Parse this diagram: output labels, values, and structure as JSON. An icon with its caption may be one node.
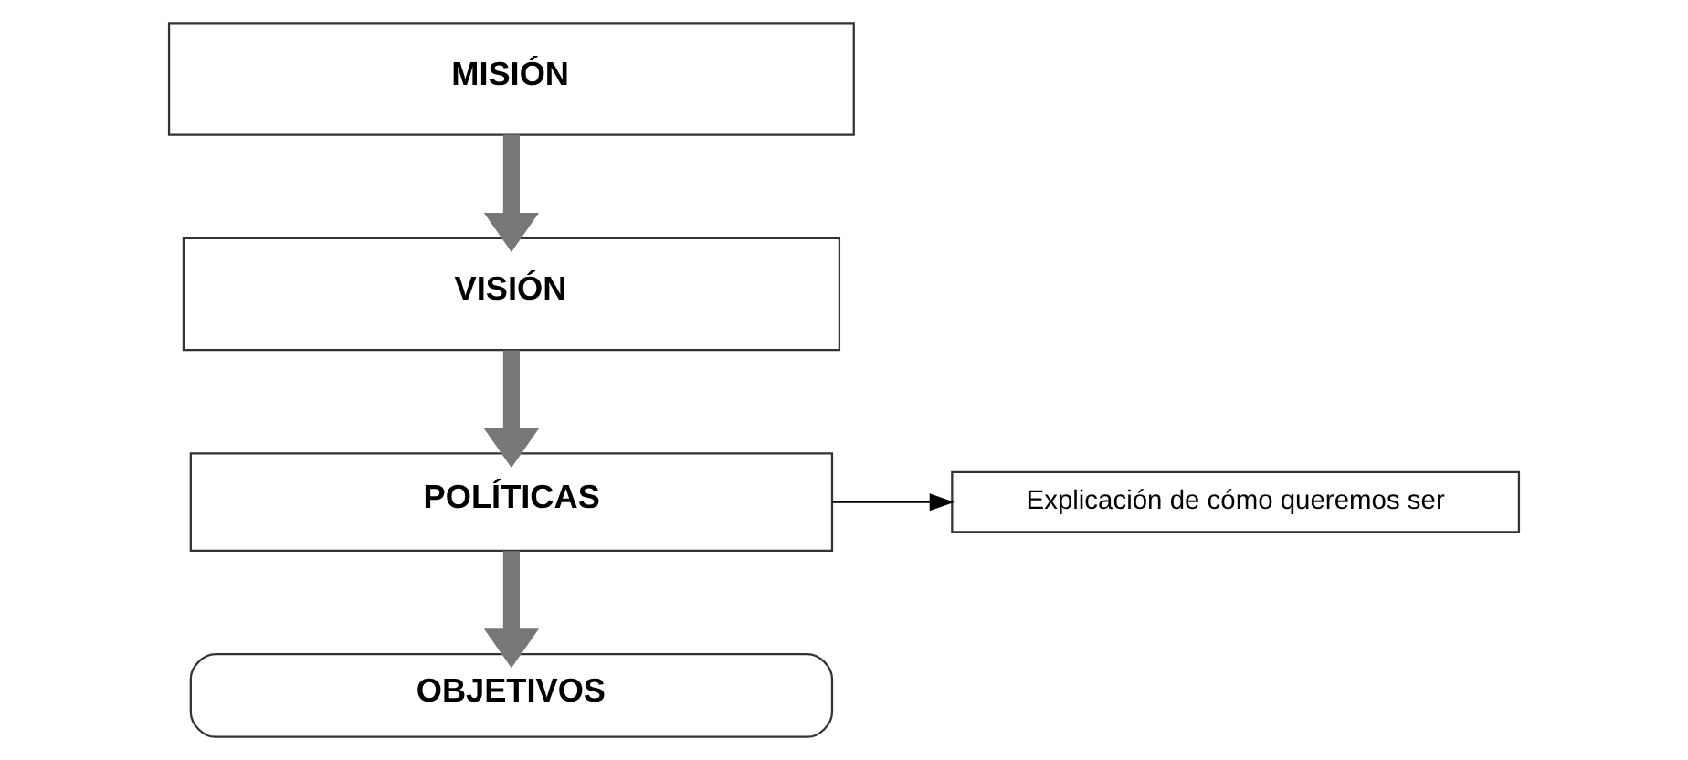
{
  "diagram": {
    "nodes": [
      {
        "text": [
          "MISIÓN"
        ]
      },
      {
        "text": [
          "VISIÓN"
        ]
      },
      {
        "text": [
          "POLÍTICAS"
        ]
      },
      {
        "text": [
          "OBJETIVOS"
        ]
      },
      {
        "text": [
          "Explicación de cómo queremos ser"
        ]
      }
    ],
    "edges": [
      {
        "from": 0,
        "to": 1,
        "arrow": "to"
      },
      {
        "from": 1,
        "to": 2,
        "arrow": "to"
      },
      {
        "from": 2,
        "to": 3,
        "arrow": "to"
      },
      {
        "from": 2,
        "to": 4,
        "arrow": "to",
        "color": "#000000"
      }
    ]
  }
}
